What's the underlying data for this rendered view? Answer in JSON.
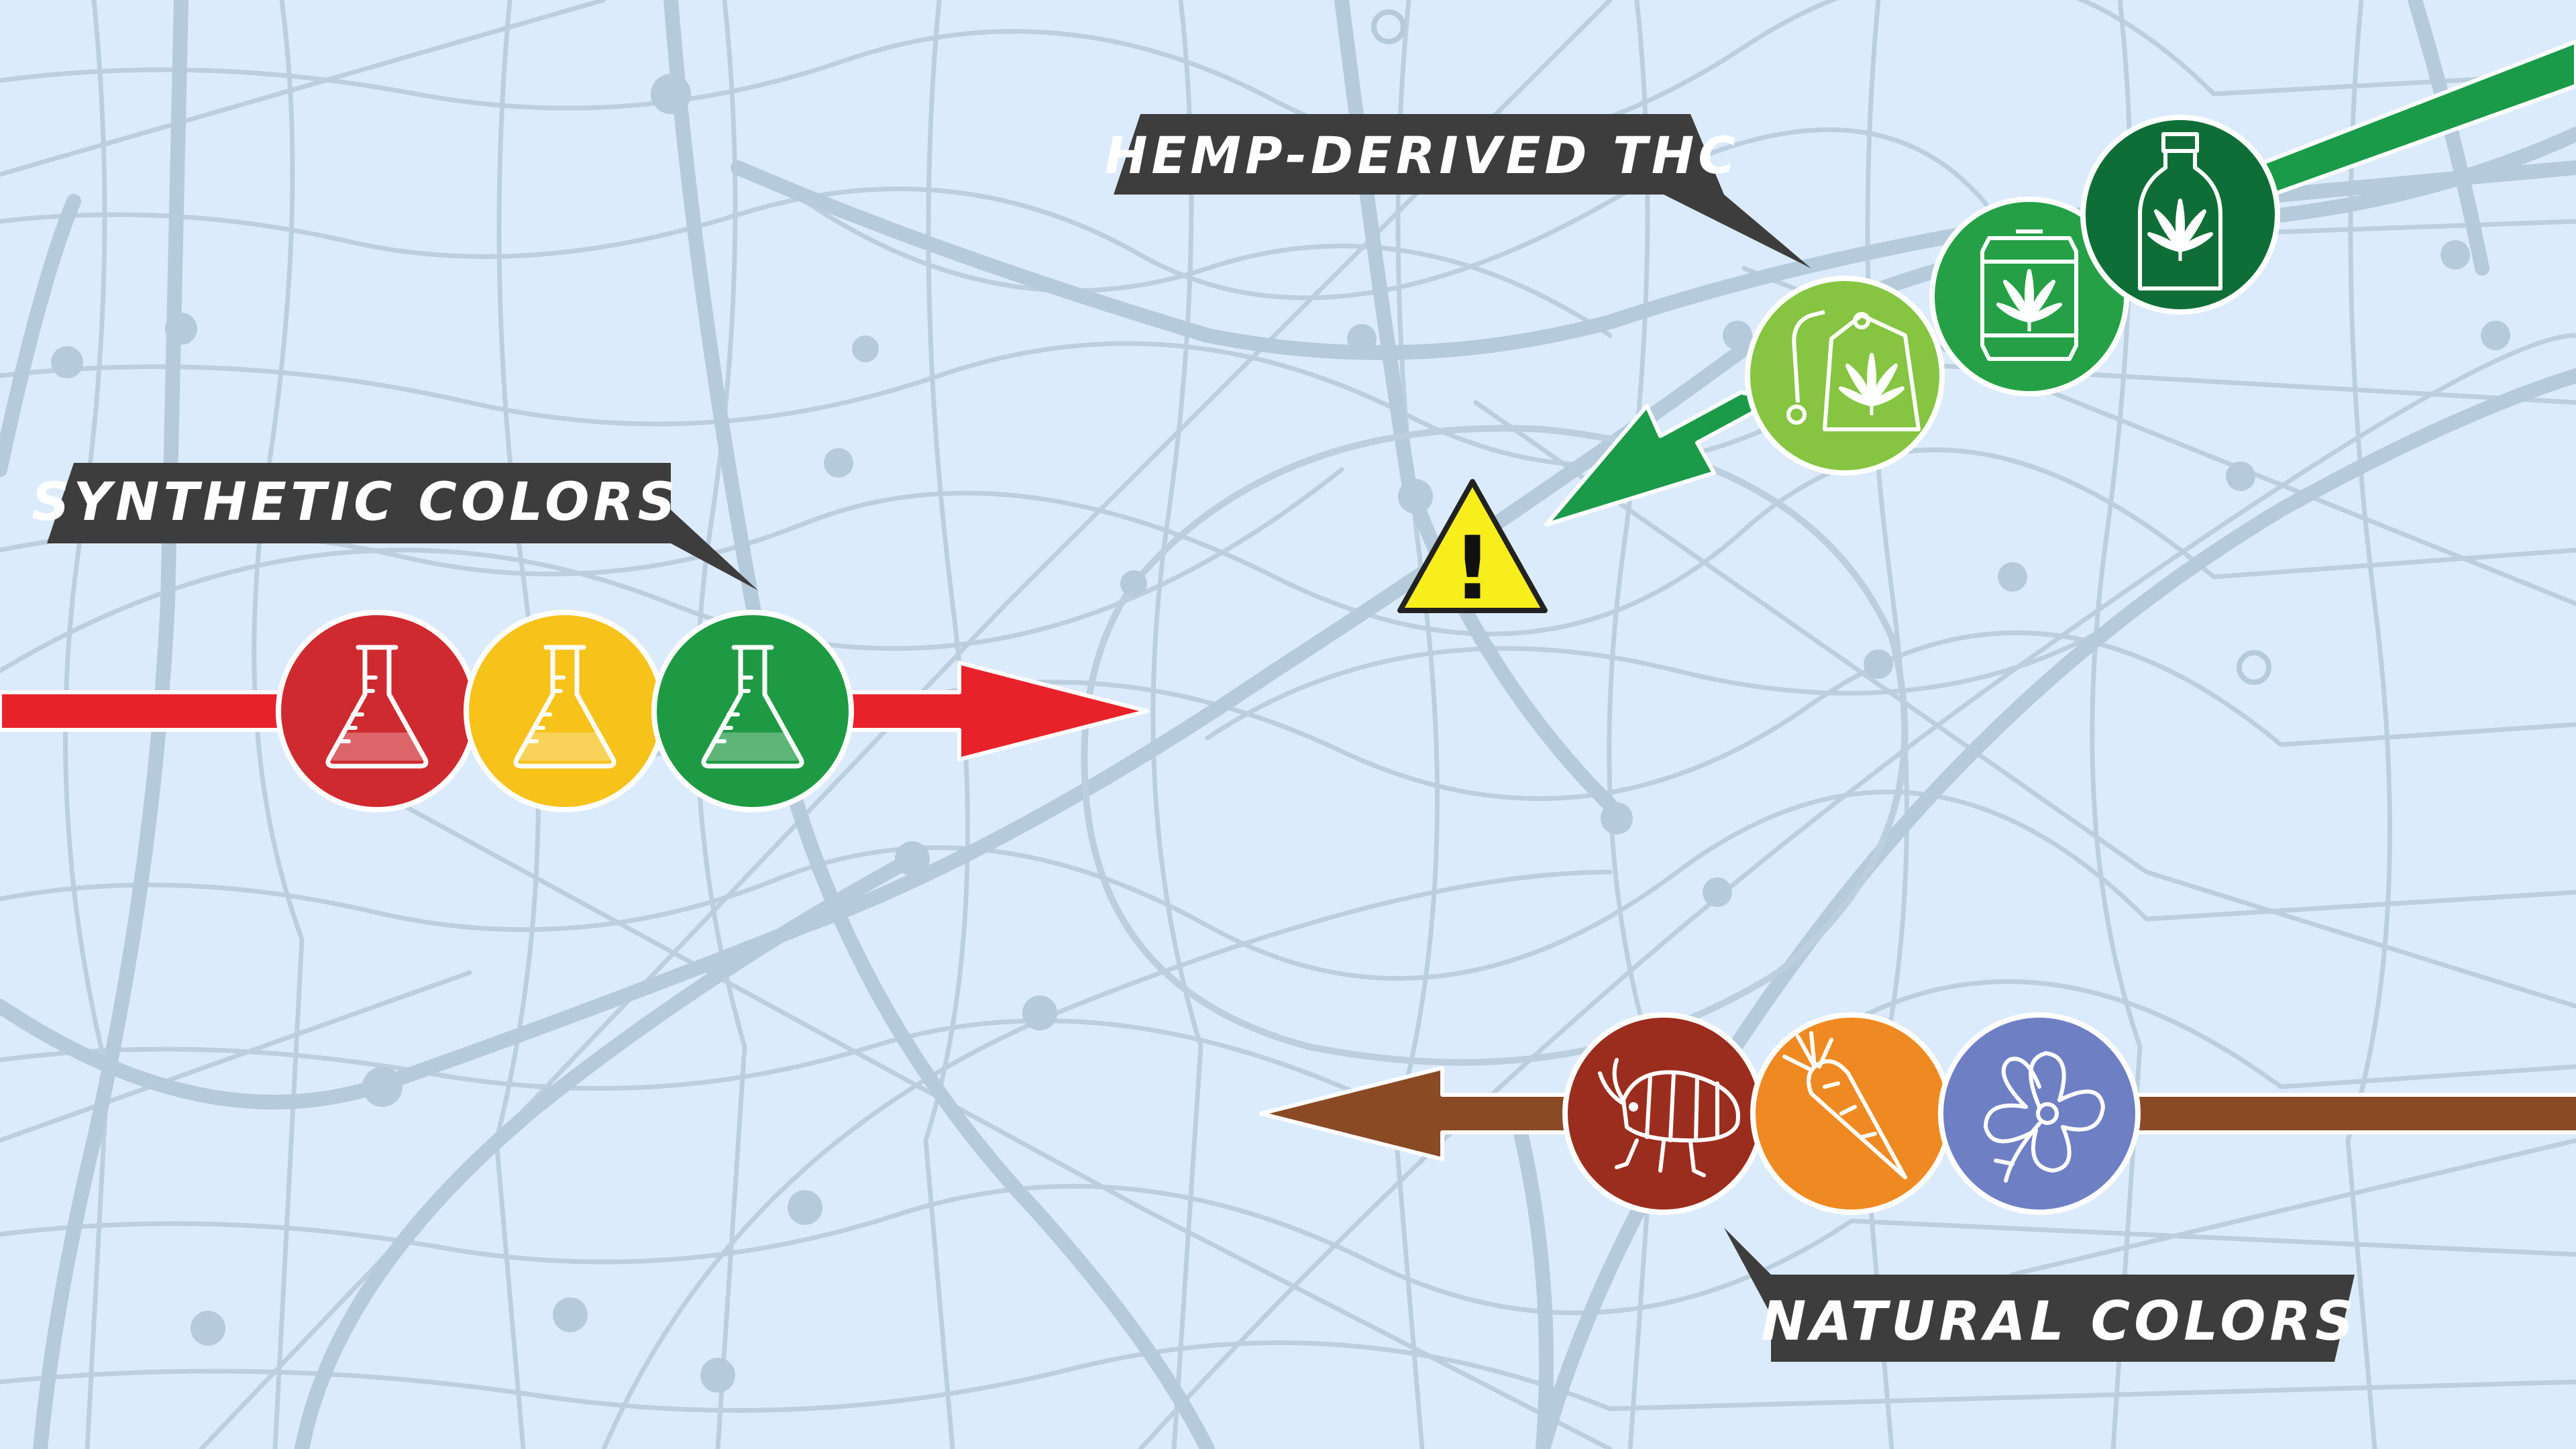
{
  "labels": {
    "synthetic": "SYNTHETIC COLORS",
    "hemp": "HEMP-DERIVED THC",
    "natural": "NATURAL COLORS",
    "warning_mark": "!"
  },
  "colors": {
    "map_background": "#dcebfb",
    "road": "#b9cddd",
    "label_box": "#3d3d3d",
    "synthetic_line": "#e8222b",
    "hemp_line": "#1b9a4a",
    "natural_line": "#8a4a25",
    "warning_fill": "#f8ee1c",
    "synthetic_red_circle": "#cf2a30",
    "synthetic_yellow_circle": "#f7c21a",
    "synthetic_green_circle": "#1f9a44",
    "hemp_tea_circle": "#86c442",
    "hemp_can_circle": "#25a047",
    "hemp_bottle_circle": "#0f6e37",
    "natural_insect_circle": "#9b2d1f",
    "natural_carrot_circle": "#ef8a22",
    "natural_flower_circle": "#6f7fc4"
  },
  "icons": {
    "synthetic": [
      "flask-icon",
      "flask-icon",
      "flask-icon"
    ],
    "hemp": [
      "tea-bag-cannabis-icon",
      "can-cannabis-icon",
      "bottle-cannabis-icon"
    ],
    "natural": [
      "insect-icon",
      "carrot-icon",
      "flower-icon"
    ],
    "center": "warning-triangle-icon"
  }
}
